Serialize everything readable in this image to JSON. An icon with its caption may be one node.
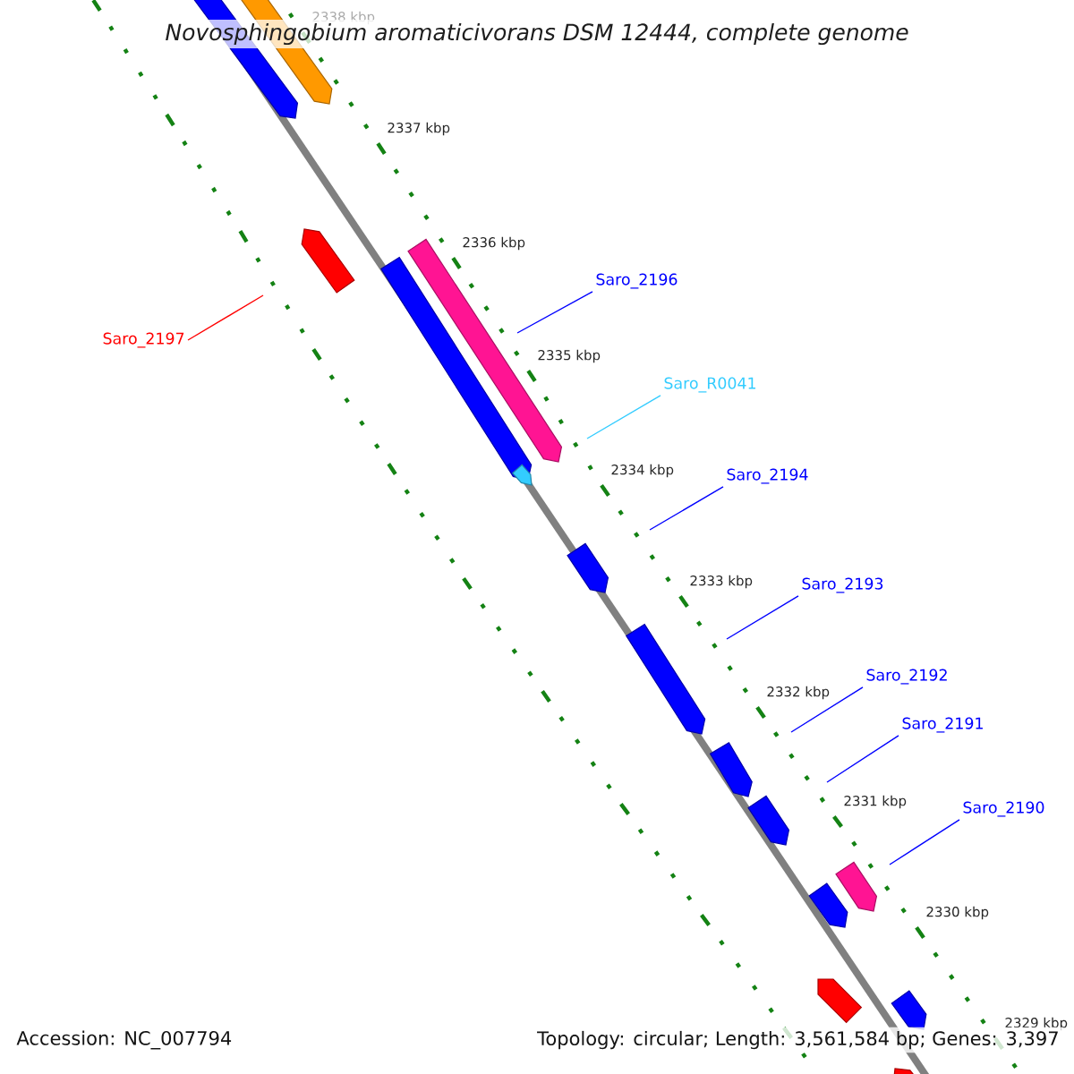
{
  "diagram": {
    "title": "Novosphingobium aromaticivorans DSM 12444, complete genome",
    "nodes": [
      {
        "text": [
          "Saro_2197"
        ]
      },
      {
        "text": [
          "Saro_2196"
        ]
      },
      {
        "text": [
          "Saro_R0041"
        ]
      },
      {
        "text": [
          "Saro_2194"
        ]
      },
      {
        "text": [
          "Saro_2193"
        ]
      },
      {
        "text": [
          "Saro_2192"
        ]
      },
      {
        "text": [
          "Saro_2191"
        ]
      },
      {
        "text": [
          "Saro_2190"
        ]
      }
    ],
    "edges": [
      {
        "from": 0,
        "to": null,
        "arrow": "none",
        "color": "#ff0000"
      },
      {
        "from": 1,
        "to": null,
        "arrow": "none"
      },
      {
        "from": 2,
        "to": null,
        "arrow": "none",
        "color": "#33ccff"
      },
      {
        "from": 3,
        "to": null,
        "arrow": "none"
      },
      {
        "from": 4,
        "to": null,
        "arrow": "none"
      },
      {
        "from": 5,
        "to": null,
        "arrow": "none"
      },
      {
        "from": 6,
        "to": null,
        "arrow": "none"
      },
      {
        "from": 7,
        "to": null,
        "arrow": "none"
      }
    ],
    "labels": [
      "2338 kbp",
      "2337 kbp",
      "2336 kbp",
      "2335 kbp",
      "2334 kbp",
      "2333 kbp",
      "2332 kbp",
      "2331 kbp",
      "2330 kbp",
      "2329 kbp",
      "Accession: NC_007794",
      "Topology: circular; Length: 3,561,584 bp; Genes: 3,397"
    ]
  }
}
